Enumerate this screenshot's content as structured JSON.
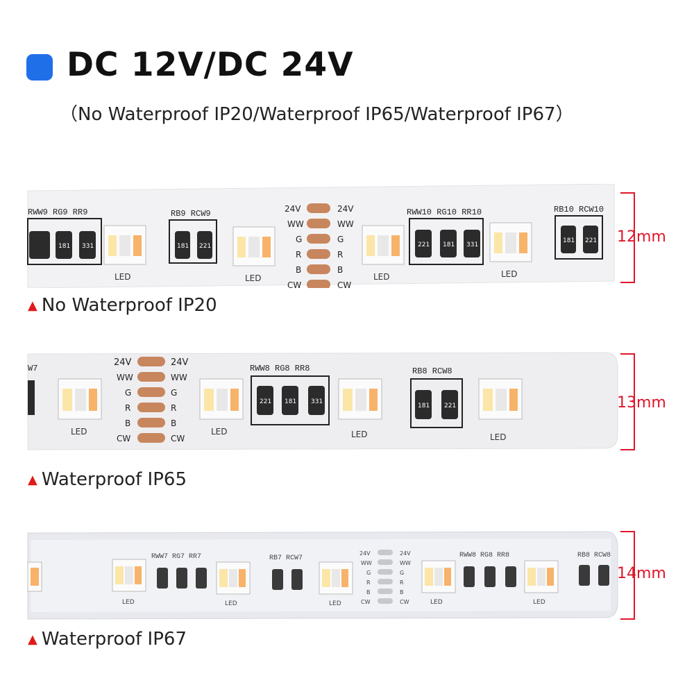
{
  "header": {
    "title": "DC 12V/DC 24V",
    "subtitle": "（No Waterproof IP20/Waterproof IP65/Waterproof IP67）",
    "accent_color": "#1f6fe8"
  },
  "strips": [
    {
      "caption": "No Waterproof IP20",
      "width_label": "12mm",
      "labels": {
        "g1": "RWW9 RG9 RR9",
        "g2": "RB9 RCW9",
        "g3": "RWW10 RG10 RR10",
        "g4": "RB10 RCW10",
        "led": "LED",
        "r1": "221",
        "r2": "181",
        "r3": "331"
      },
      "pads": [
        "24V",
        "WW",
        "G",
        "R",
        "B",
        "CW"
      ]
    },
    {
      "caption": "Waterproof IP65",
      "width_label": "13mm",
      "labels": {
        "g1": "W7",
        "g2": "RWW8 RG8 RR8",
        "g3": "RB8 RCW8",
        "led": "LED",
        "r1": "221",
        "r2": "181",
        "r3": "331"
      },
      "pads": [
        "24V",
        "WW",
        "G",
        "R",
        "B",
        "CW"
      ]
    },
    {
      "caption": "Waterproof IP67",
      "width_label": "14mm",
      "labels": {
        "g1": "RWW7 RG7 RR7",
        "g2": "RB7 RCW7",
        "g3": "RWW8 RG8 RR8",
        "g4": "RB8 RCW8",
        "led": "LED"
      },
      "pads": [
        "24V",
        "WW",
        "G",
        "R",
        "B",
        "CW"
      ]
    }
  ],
  "colors": {
    "dimension_red": "#e0152a",
    "caption_triangle": "#e01a1a",
    "pad_copper": "#c8865e"
  },
  "icons": {
    "bullet": "rounded-square",
    "caption_marker": "triangle-up"
  }
}
